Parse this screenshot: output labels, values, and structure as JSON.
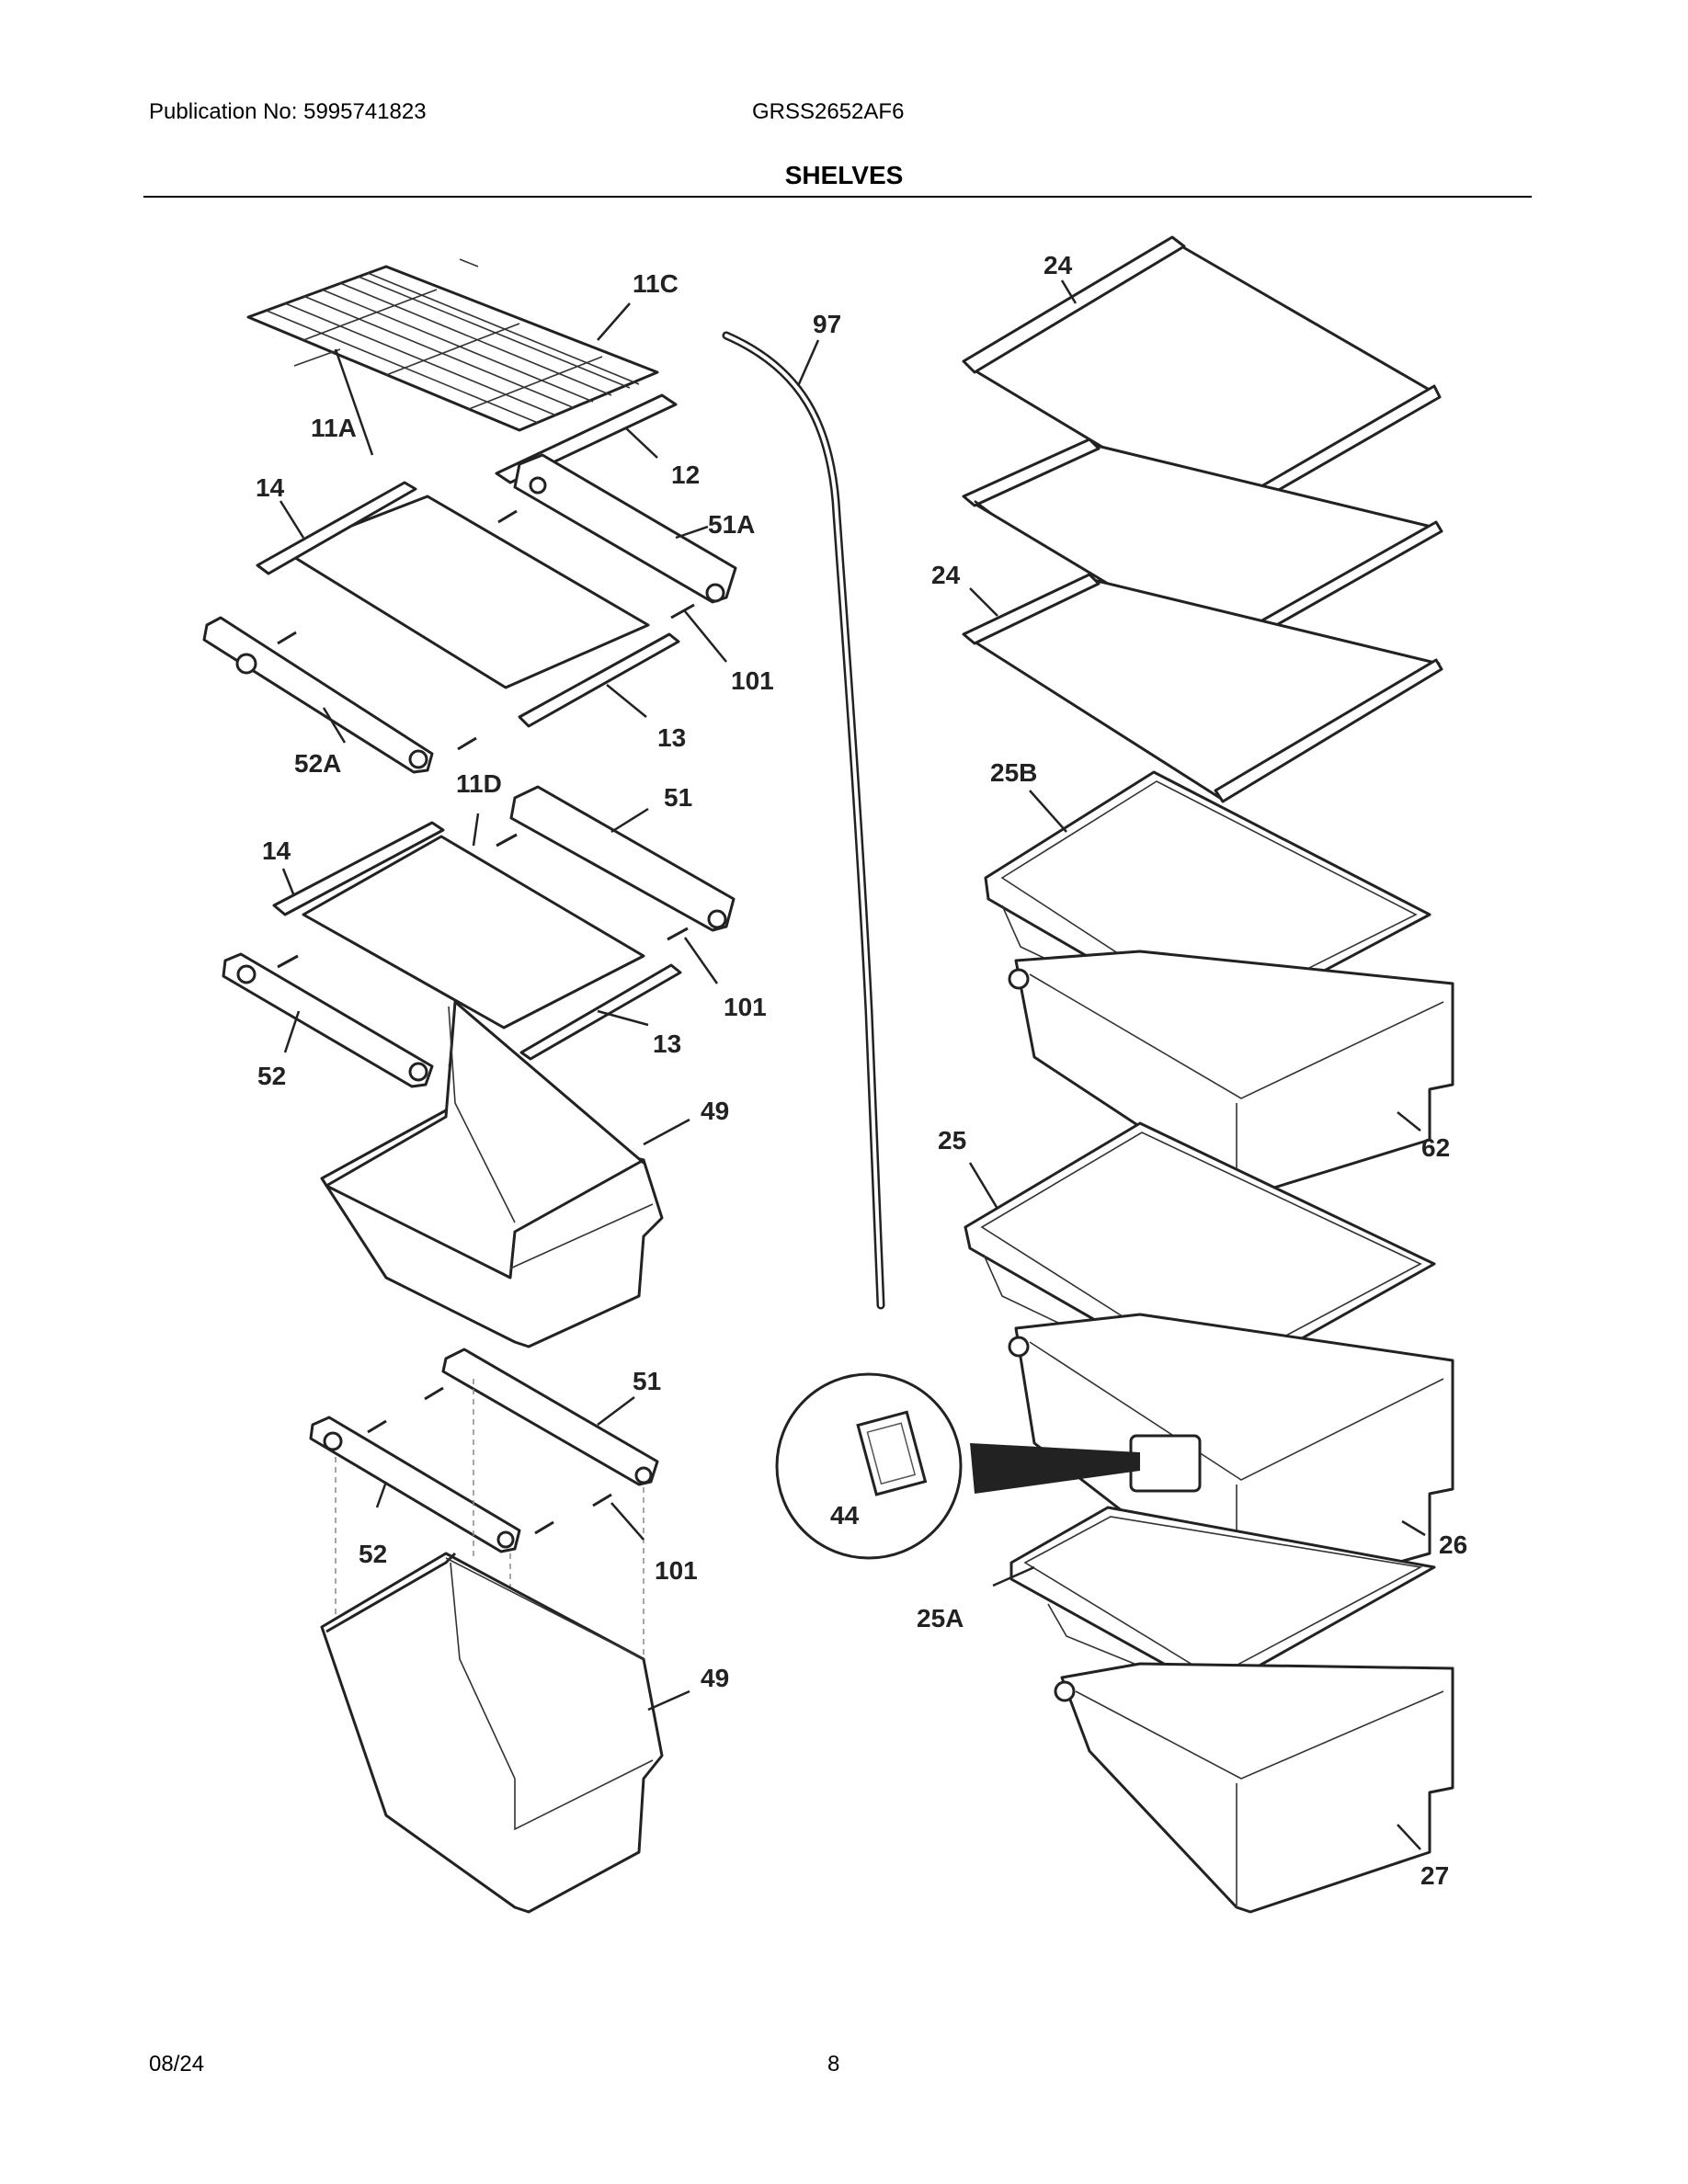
{
  "header": {
    "publication": "Publication No: 5995741823",
    "model": "GRSS2652AF6",
    "title": "SHELVES"
  },
  "footer": {
    "date": "08/24",
    "page": "8"
  },
  "callouts": {
    "c11C": "11C",
    "c97": "97",
    "c24a": "24",
    "c11A": "11A",
    "c14a": "14",
    "c12": "12",
    "c51A": "51A",
    "c24b": "24",
    "c101a": "101",
    "c13a": "13",
    "c52A": "52A",
    "c11D": "11D",
    "c51a": "51",
    "c25B": "25B",
    "c14b": "14",
    "c101b": "101",
    "c13b": "13",
    "c52a": "52",
    "c49a": "49",
    "c25": "25",
    "c62": "62",
    "c51b": "51",
    "c44": "44",
    "c52b": "52",
    "c101c": "101",
    "c26": "26",
    "c25A": "25A",
    "c49b": "49",
    "c27": "27"
  }
}
